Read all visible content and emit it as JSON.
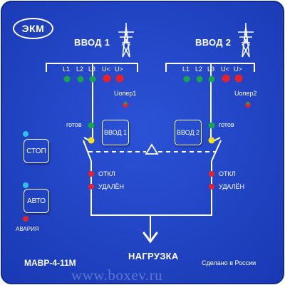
{
  "colors": {
    "panel_bg": "#1f43c8",
    "line": "#ffffff",
    "red_led": "#e8202a",
    "green_led": "#19a64a",
    "yellow_led": "#f5e21e",
    "cyan_led": "#2ec0e8"
  },
  "logo": {
    "text": "ЭКМ"
  },
  "inputs": [
    {
      "title": "ВВОД 1",
      "phase_labels": [
        "L1",
        "L2",
        "L3",
        "U<",
        "U>"
      ],
      "phase_leds": [
        "green",
        "green",
        "green",
        "red",
        "red"
      ],
      "uoper_label": "Uопер1",
      "ready_label": "готов",
      "button_label": "ВВОД 1",
      "off_label": "ОТКЛ",
      "removed_label": "УДАЛЁН"
    },
    {
      "title": "ВВОД 2",
      "phase_labels": [
        "L1",
        "L2",
        "L3",
        "U<",
        "U>"
      ],
      "phase_leds": [
        "green",
        "green",
        "green",
        "red",
        "red"
      ],
      "uoper_label": "Uопер2",
      "ready_label": "готов",
      "button_label": "ВВОД 2",
      "off_label": "ОТКЛ",
      "removed_label": "УДАЛЁН"
    }
  ],
  "controls": {
    "stop_label": "СТОП",
    "auto_label": "АВТО",
    "alarm_label": "АВАРИЯ"
  },
  "load_label": "НАГРУЗКА",
  "model": "МАВР-4-11М",
  "made_in": "Сделано в России",
  "watermark": "www.boxev.ru",
  "icons": [
    "power-tower-icon",
    "power-tower-icon",
    "interlock-triangle-icon",
    "load-arrow-icon"
  ]
}
